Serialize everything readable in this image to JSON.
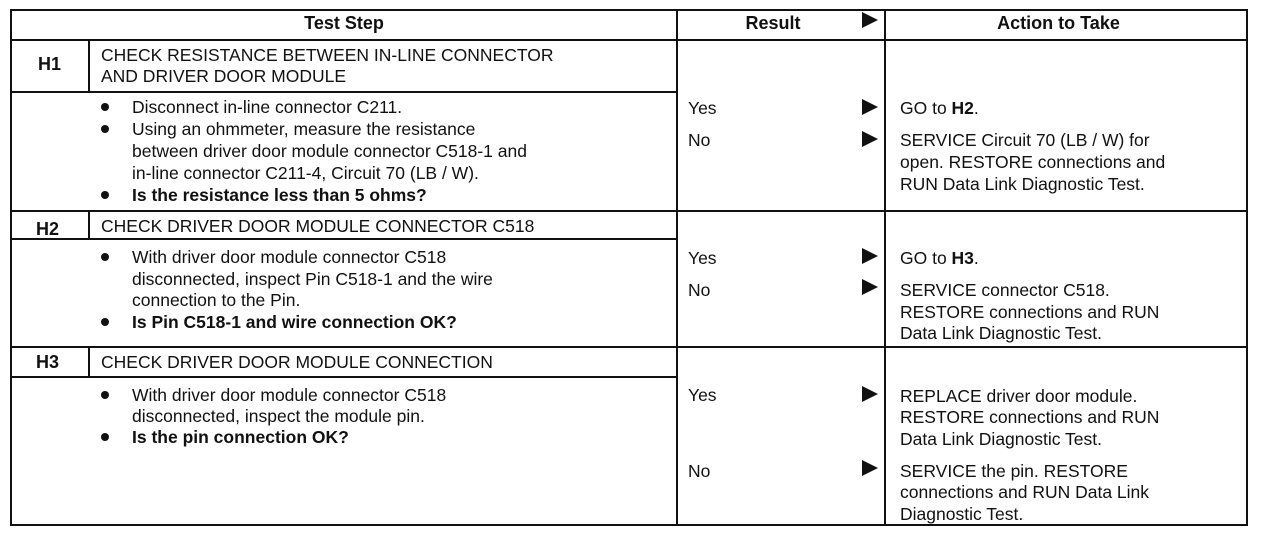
{
  "headers": {
    "test_step": "Test Step",
    "result": "Result",
    "action": "Action to Take"
  },
  "rows": [
    {
      "id": "H1",
      "title_line1": "CHECK RESISTANCE BETWEEN IN-LINE CONNECTOR",
      "title_line2": "AND DRIVER DOOR MODULE",
      "bullet1": "Disconnect in-line connector C211.",
      "bullet2_line1": "Using an ohmmeter, measure the resistance",
      "bullet2_line2": "between driver door module connector C518-1 and",
      "bullet2_line3": "in-line connector C211-4, Circuit 70 (LB / W).",
      "question": "Is the resistance less than 5 ohms?",
      "yes": "Yes",
      "no": "No",
      "yes_action_prefix": "GO to ",
      "yes_action_bold": "H2",
      "yes_action_suffix": ".",
      "no_action_line1": "SERVICE Circuit 70 (LB / W) for",
      "no_action_line2": "open. RESTORE connections and",
      "no_action_line3": "RUN Data Link Diagnostic Test."
    },
    {
      "id": "H2",
      "title_line1": "CHECK DRIVER DOOR MODULE CONNECTOR C518",
      "bullet1_line1": "With driver door module connector C518",
      "bullet1_line2": "disconnected, inspect Pin C518-1 and the wire",
      "bullet1_line3": "connection to the Pin.",
      "question": "Is Pin C518-1 and wire connection OK?",
      "yes": "Yes",
      "no": "No",
      "yes_action_prefix": "GO to ",
      "yes_action_bold": "H3",
      "yes_action_suffix": ".",
      "no_action_line1": "SERVICE connector C518.",
      "no_action_line2": "RESTORE connections and RUN",
      "no_action_line3": "Data Link Diagnostic Test."
    },
    {
      "id": "H3",
      "title_line1": "CHECK DRIVER DOOR MODULE CONNECTION",
      "bullet1_line1": "With driver door module connector C518",
      "bullet1_line2": "disconnected, inspect the module pin.",
      "question": "Is the pin connection OK?",
      "yes": "Yes",
      "no": "No",
      "yes_action_line1": "REPLACE driver door module.",
      "yes_action_line2": "RESTORE connections and RUN",
      "yes_action_line3": "Data Link Diagnostic Test.",
      "no_action_line1": "SERVICE the pin. RESTORE",
      "no_action_line2": "connections and RUN Data Link",
      "no_action_line3": "Diagnostic Test."
    }
  ]
}
